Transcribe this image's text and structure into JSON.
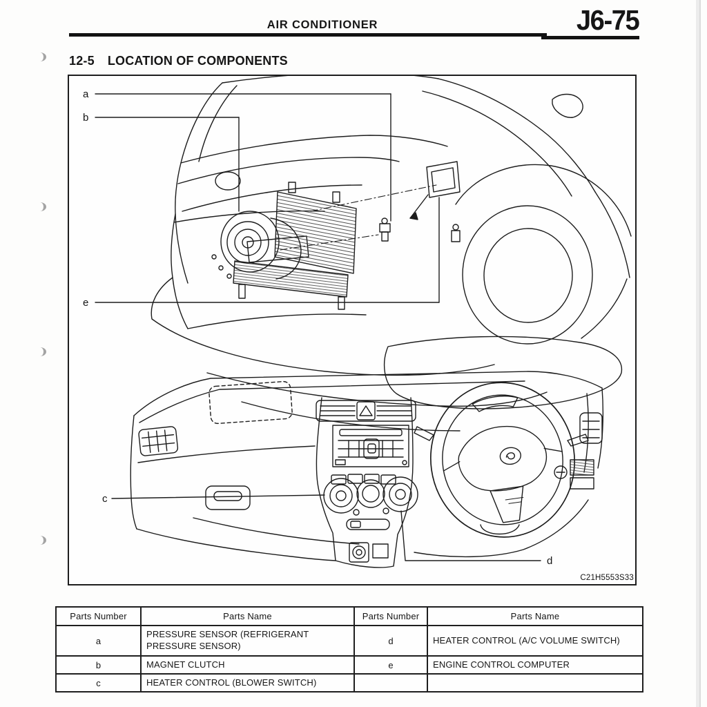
{
  "page": {
    "header": {
      "title": "AIR CONDITIONER",
      "page_number": "J6-75"
    },
    "section": {
      "number": "12-5",
      "title": "LOCATION OF COMPONENTS"
    }
  },
  "figure": {
    "code": "C21H5553S33",
    "callouts": {
      "a": "a",
      "b": "b",
      "c": "c",
      "d": "d",
      "e": "e"
    }
  },
  "parts_table": {
    "headers": [
      "Parts Number",
      "Parts Name",
      "Parts Number",
      "Parts Name"
    ],
    "rows": [
      {
        "left_number": "a",
        "left_name": "PRESSURE SENSOR (REFRIGERANT PRESSURE SENSOR)",
        "right_number": "d",
        "right_name": "HEATER CONTROL (A/C VOLUME SWITCH)"
      },
      {
        "left_number": "b",
        "left_name": "MAGNET CLUTCH",
        "right_number": "e",
        "right_name": "ENGINE CONTROL COMPUTER"
      },
      {
        "left_number": "c",
        "left_name": "HEATER CONTROL (BLOWER SWITCH)",
        "right_number": "",
        "right_name": ""
      }
    ]
  }
}
